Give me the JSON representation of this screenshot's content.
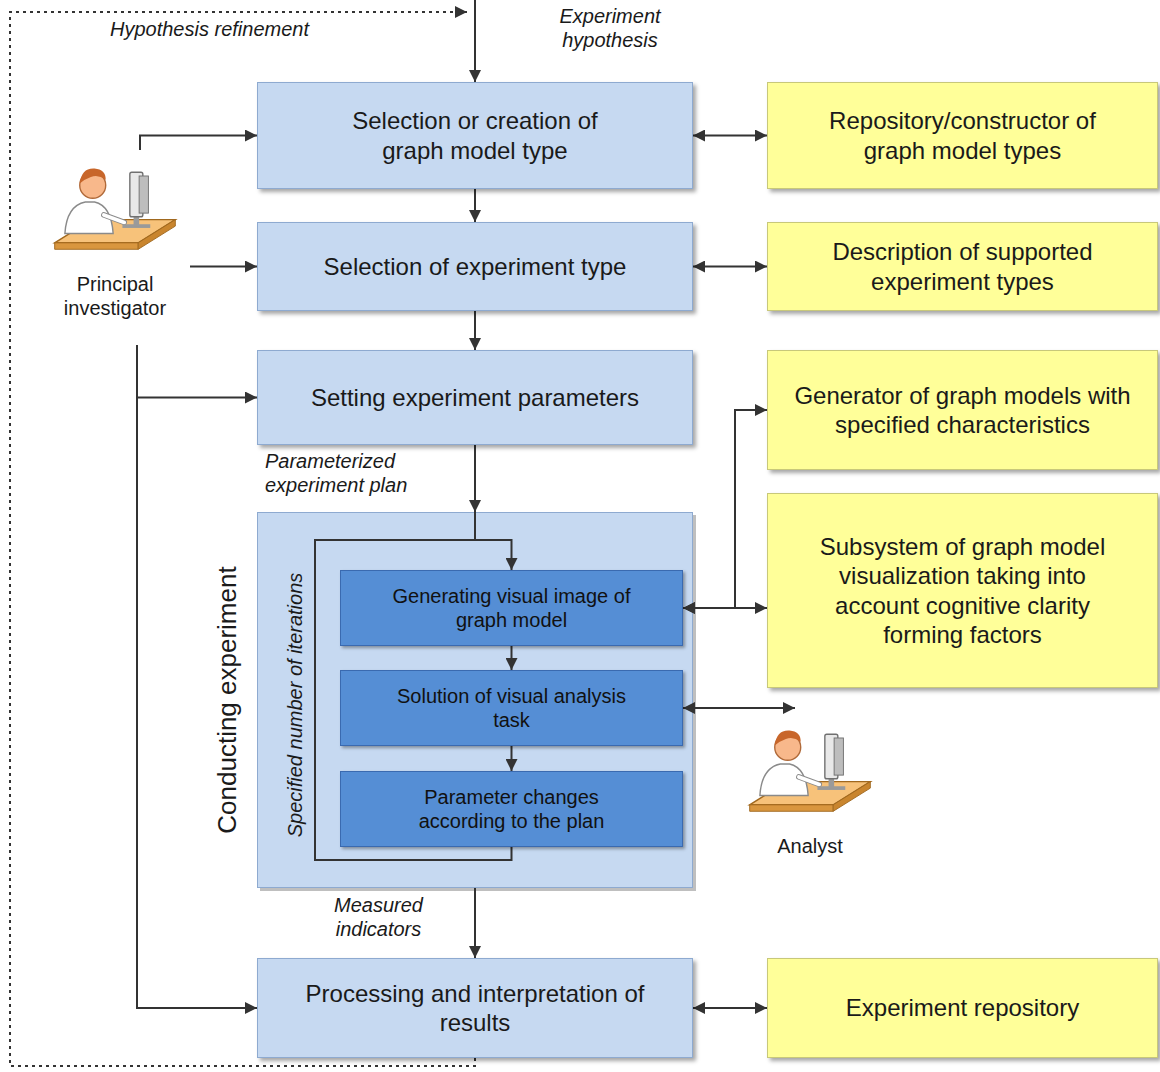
{
  "diagram": {
    "nodes": [
      {
        "text": [
          "Selection or creation of graph model type"
        ]
      },
      {
        "text": [
          "Repository/constructor of graph model types"
        ]
      },
      {
        "text": [
          "Principal investigator"
        ]
      },
      {
        "text": [
          "Selection of experiment type"
        ]
      },
      {
        "text": [
          "Description of supported experiment types"
        ]
      },
      {
        "text": [
          "Setting experiment parameters"
        ]
      },
      {
        "text": [
          "Generator of graph models with specified characteristics"
        ]
      },
      {
        "text": [
          "Conducting experiment"
        ]
      },
      {
        "text": [
          "Generating visual image of graph model"
        ],
        "in": 7
      },
      {
        "text": [
          "Subsystem of graph model visualization taking into account cognitive clarity forming factors"
        ]
      },
      {
        "text": [
          "Solution of visual analysis task"
        ],
        "in": 7
      },
      {
        "text": [
          "Analyst"
        ]
      },
      {
        "text": [
          "Parameter changes according to the plan"
        ],
        "in": 7
      },
      {
        "text": [
          "Processing and interpretation of results"
        ]
      },
      {
        "text": [
          "Experiment repository"
        ]
      }
    ],
    "edges": [
      {
        "from": 0,
        "to": 1,
        "arrow": "both"
      },
      {
        "from": 0,
        "to": 3,
        "arrow": "to"
      },
      {
        "from": 3,
        "to": 4,
        "arrow": "both"
      },
      {
        "from": 3,
        "to": 5,
        "arrow": "to"
      },
      {
        "from": 5,
        "to": 7,
        "arrow": "to",
        "label": "Parameterized experiment plan"
      },
      {
        "from": 7,
        "to": 13,
        "arrow": "to",
        "label": "Measured indicators"
      },
      {
        "from": 8,
        "to": 6,
        "arrow": "both"
      },
      {
        "from": 8,
        "to": 9,
        "arrow": "both"
      },
      {
        "from": 8,
        "to": 10,
        "arrow": "to"
      },
      {
        "from": 10,
        "to": 11,
        "arrow": "both"
      },
      {
        "from": 10,
        "to": 12,
        "arrow": "to"
      },
      {
        "from": 12,
        "to": 8,
        "arrow": "to",
        "label": "Specified number of iterations"
      },
      {
        "from": 2,
        "to": 0,
        "arrow": "to"
      },
      {
        "from": 2,
        "to": 3,
        "arrow": "to"
      },
      {
        "from": 2,
        "to": 5,
        "arrow": "to"
      },
      {
        "from": 2,
        "to": 13,
        "arrow": "to"
      },
      {
        "from": 13,
        "to": 14,
        "arrow": "both"
      },
      {
        "from": 13,
        "to": 0,
        "arrow": "to",
        "label": "Hypothesis refinement"
      }
    ],
    "labels": [
      "Experiment hypothesis"
    ]
  }
}
